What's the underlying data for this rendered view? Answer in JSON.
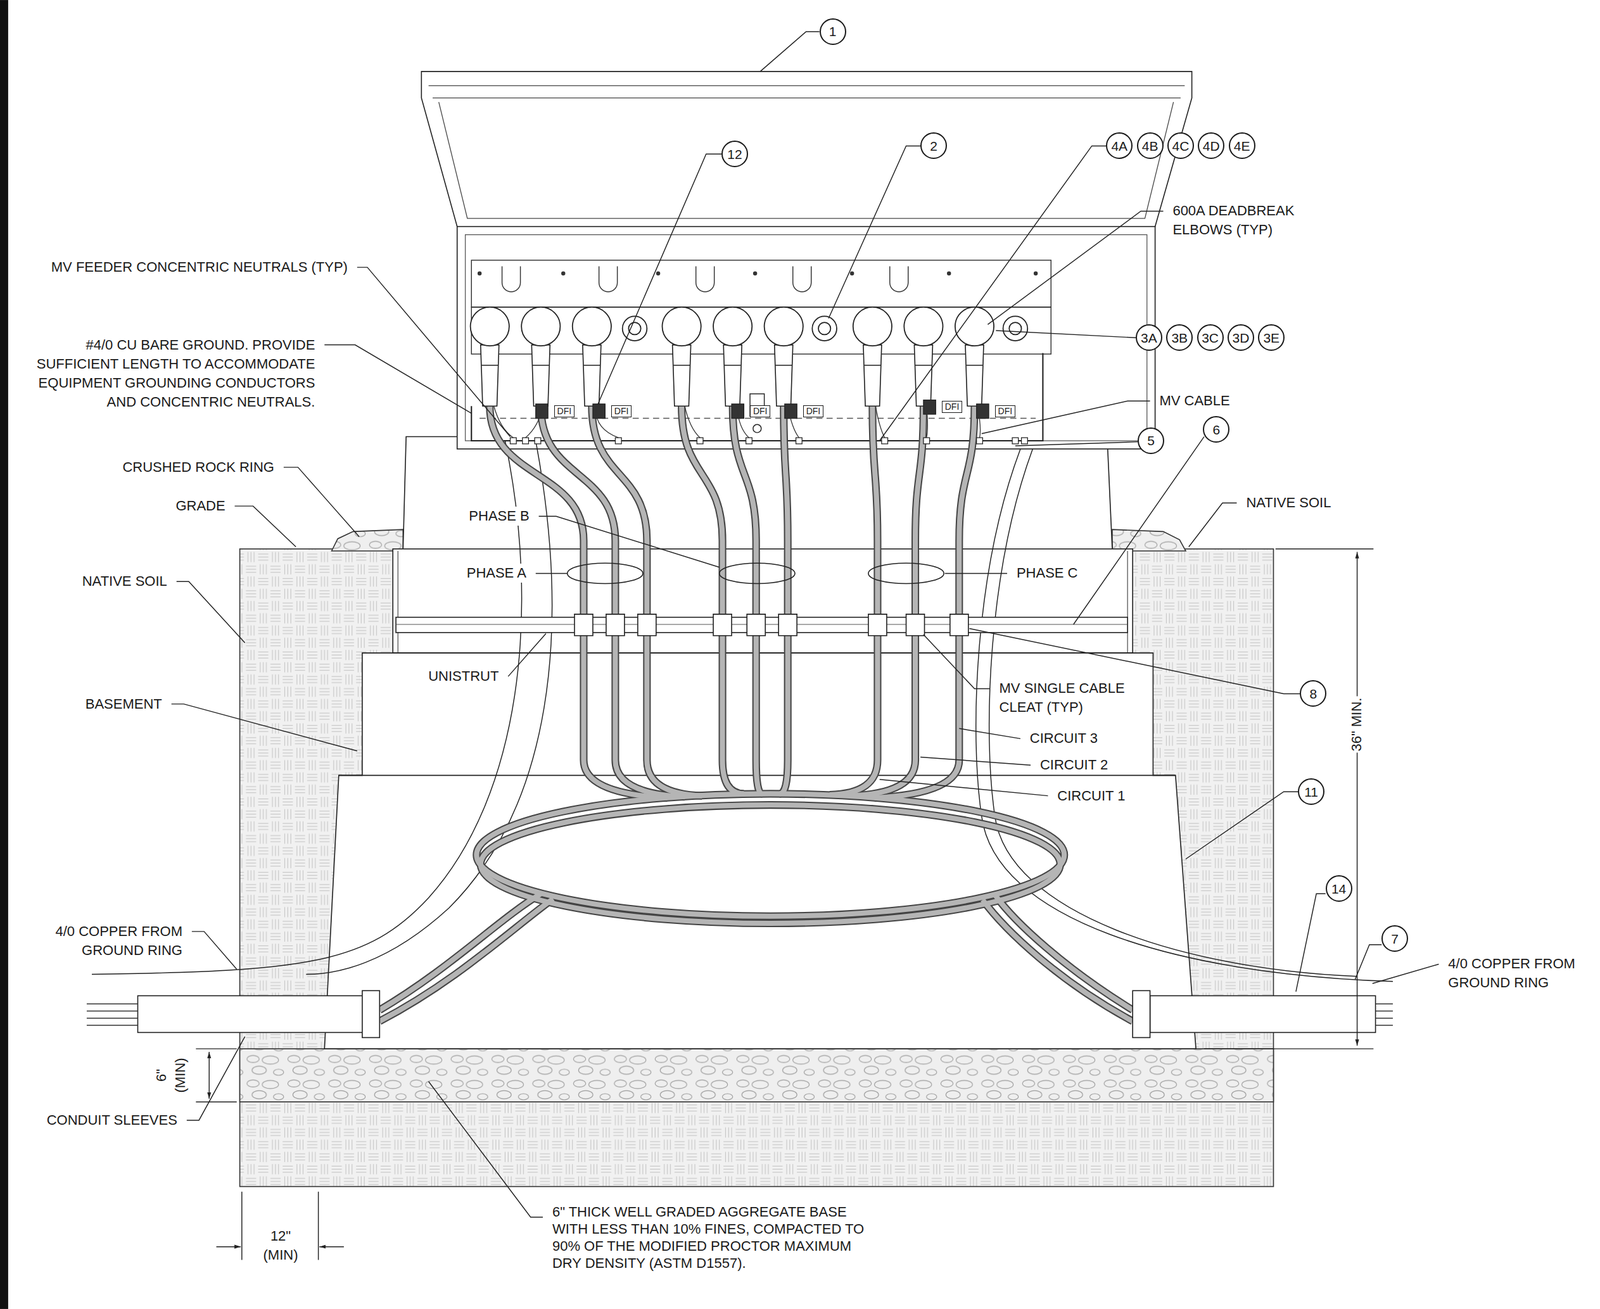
{
  "diagram": {
    "nodes": [
      {
        "text": [
          "1"
        ]
      },
      {
        "text": [
          "12"
        ]
      },
      {
        "text": [
          "2"
        ]
      },
      {
        "text": [
          "4A"
        ]
      },
      {
        "text": [
          "4B"
        ]
      },
      {
        "text": [
          "4C"
        ]
      },
      {
        "text": [
          "4D"
        ]
      },
      {
        "text": [
          "4E"
        ]
      },
      {
        "text": [
          "3A"
        ]
      },
      {
        "text": [
          "3B"
        ]
      },
      {
        "text": [
          "3C"
        ]
      },
      {
        "text": [
          "3D"
        ]
      },
      {
        "text": [
          "3E"
        ]
      },
      {
        "text": [
          "DFI"
        ]
      },
      {
        "text": [
          "DFI"
        ]
      },
      {
        "text": [
          "DFI"
        ]
      },
      {
        "text": [
          "DFI"
        ]
      },
      {
        "text": [
          "DFI"
        ]
      },
      {
        "text": [
          "DFI"
        ]
      },
      {
        "text": [
          "5"
        ]
      },
      {
        "text": [
          "6"
        ]
      },
      {
        "text": [
          "8"
        ]
      },
      {
        "text": [
          "11"
        ]
      },
      {
        "text": [
          "14"
        ]
      },
      {
        "text": [
          "7"
        ]
      }
    ],
    "labels": [
      "MV FEEDER CONCENTRIC NEUTRALS (TYP)",
      "#4/0 CU BARE GROUND. PROVIDE SUFFICIENT LENGTH TO ACCOMMODATE EQUIPMENT GROUNDING CONDUCTORS AND CONCENTRIC NEUTRALS.",
      "CRUSHED ROCK RING",
      "GRADE",
      "NATIVE SOIL",
      "BASEMENT",
      "4/0 COPPER FROM GROUND RING",
      "CONDUIT SLEEVES",
      "6\" (MIN)",
      "12\" (MIN)",
      "6\" THICK WELL GRADED AGGREGATE BASE WITH LESS THAN 10% FINES, COMPACTED TO 90% OF THE MODIFIED PROCTOR MAXIMUM DRY DENSITY (ASTM D1557).",
      "PHASE B",
      "PHASE A",
      "PHASE C",
      "UNISTRUT",
      "MV SINGLE CABLE CLEAT (TYP)",
      "CIRCUIT 3",
      "CIRCUIT 2",
      "CIRCUIT 1",
      "36\" MIN.",
      "4/0 COPPER FROM GROUND RING",
      "NATIVE SOIL",
      "600A DEADBREAK ELBOWS (TYP)",
      "MV CABLE"
    ]
  }
}
